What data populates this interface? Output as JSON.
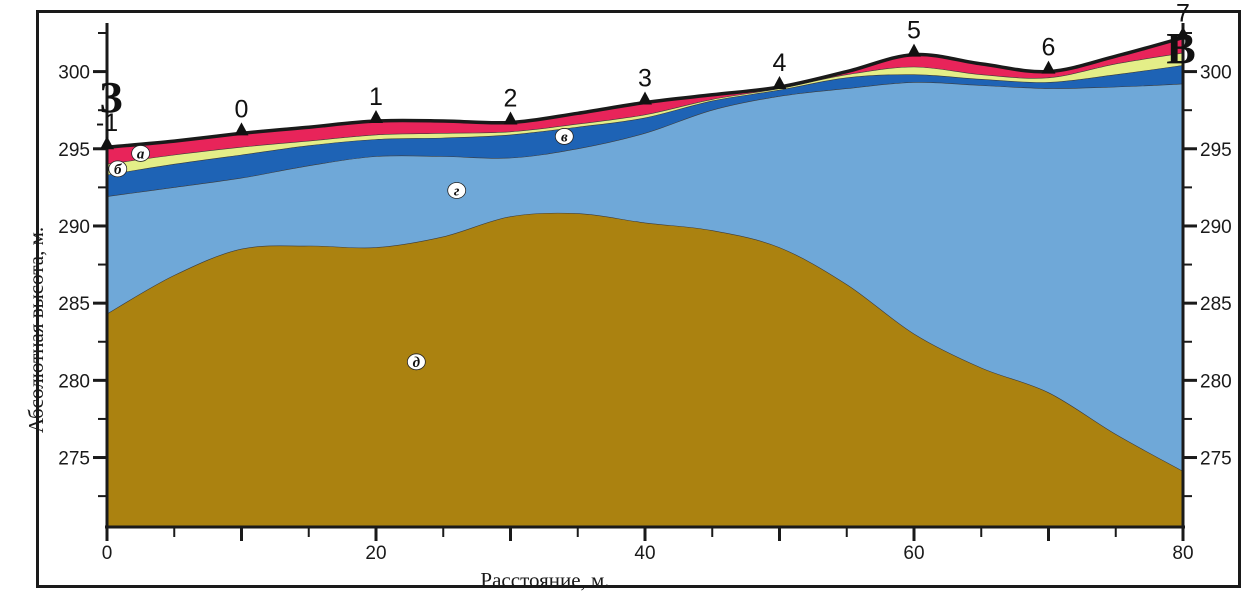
{
  "chart_data": {
    "type": "area",
    "title": "",
    "xlabel": "Расстояние, м.",
    "ylabel": "Абсолютная высота, м.",
    "xlim": [
      0,
      80
    ],
    "ylim": [
      270.5,
      302.5
    ],
    "x_ticks": [
      0,
      20,
      40,
      60,
      80
    ],
    "y_ticks": [
      275,
      280,
      285,
      290,
      295,
      300
    ],
    "direction_labels": {
      "left": "З",
      "right": "В"
    },
    "stations": [
      {
        "label": "-1",
        "x": 0,
        "y": 295.1
      },
      {
        "label": "0",
        "x": 10,
        "y": 296.0
      },
      {
        "label": "1",
        "x": 20,
        "y": 296.8
      },
      {
        "label": "2",
        "x": 30,
        "y": 296.7
      },
      {
        "label": "3",
        "x": 40,
        "y": 298.0
      },
      {
        "label": "4",
        "x": 50,
        "y": 299.0
      },
      {
        "label": "5",
        "x": 60,
        "y": 301.1
      },
      {
        "label": "6",
        "x": 70,
        "y": 300.0
      },
      {
        "label": "7",
        "x": 80,
        "y": 302.2
      }
    ],
    "x": [
      0,
      5,
      10,
      15,
      20,
      25,
      30,
      35,
      40,
      45,
      50,
      55,
      60,
      65,
      70,
      75,
      80
    ],
    "boundaries": [
      {
        "name": "surface",
        "values": [
          295.1,
          295.5,
          296.0,
          296.4,
          296.8,
          296.8,
          296.7,
          297.3,
          298.0,
          298.5,
          299.0,
          300.0,
          301.1,
          300.5,
          300.0,
          301.0,
          302.2
        ]
      },
      {
        "name": "а-б",
        "values": [
          294.0,
          294.6,
          295.1,
          295.5,
          295.9,
          296.0,
          296.1,
          296.6,
          297.2,
          298.2,
          298.9,
          299.8,
          300.3,
          299.8,
          299.6,
          300.5,
          301.2
        ]
      },
      {
        "name": "б-в",
        "values": [
          293.3,
          294.0,
          294.6,
          295.2,
          295.6,
          295.7,
          295.9,
          296.4,
          297.0,
          298.1,
          298.8,
          299.6,
          299.8,
          299.5,
          299.3,
          299.8,
          300.4
        ]
      },
      {
        "name": "в-г",
        "values": [
          291.9,
          292.5,
          293.1,
          293.9,
          294.5,
          294.5,
          294.4,
          295.0,
          296.0,
          297.5,
          298.4,
          298.9,
          299.3,
          299.1,
          298.9,
          299.0,
          299.2
        ]
      },
      {
        "name": "г-д",
        "values": [
          284.3,
          286.8,
          288.5,
          288.7,
          288.6,
          289.3,
          290.6,
          290.8,
          290.2,
          289.7,
          288.6,
          286.2,
          283.0,
          280.8,
          279.2,
          276.5,
          274.1
        ]
      },
      {
        "name": "base",
        "values": [
          270.5,
          270.5,
          270.5,
          270.5,
          270.5,
          270.5,
          270.5,
          270.5,
          270.5,
          270.5,
          270.5,
          270.5,
          270.5,
          270.5,
          270.5,
          270.5,
          270.5
        ]
      }
    ],
    "layers": [
      {
        "label": "а",
        "color": "#e8245a",
        "label_x": 2.5,
        "label_y": 294.7
      },
      {
        "label": "б",
        "color": "#e4ee88",
        "label_x": 0.8,
        "label_y": 293.7
      },
      {
        "label": "в",
        "color": "#1e63b5",
        "label_x": 34,
        "label_y": 295.8
      },
      {
        "label": "г",
        "color": "#6fa8d8",
        "label_x": 26,
        "label_y": 292.3
      },
      {
        "label": "д",
        "color": "#ab8210",
        "label_x": 23,
        "label_y": 281.2
      }
    ],
    "grid": false,
    "legend": "none"
  }
}
